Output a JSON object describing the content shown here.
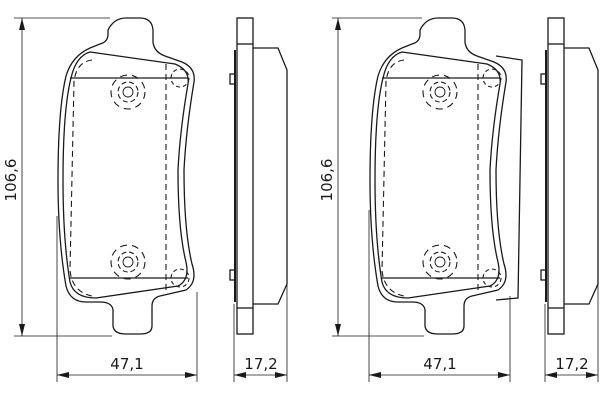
{
  "drawings": [
    {
      "id": "pad-left",
      "front_view": {
        "height_label": "106,6",
        "width_label": "47,1"
      },
      "side_view": {
        "thickness_label": "17,2"
      },
      "wear_indicator": false
    },
    {
      "id": "pad-right",
      "front_view": {
        "height_label": "106,6",
        "width_label": "47,1"
      },
      "side_view": {
        "thickness_label": "17,2"
      },
      "wear_indicator": true
    }
  ],
  "colors": {
    "line": "#1a1a1a",
    "background": "#ffffff"
  }
}
